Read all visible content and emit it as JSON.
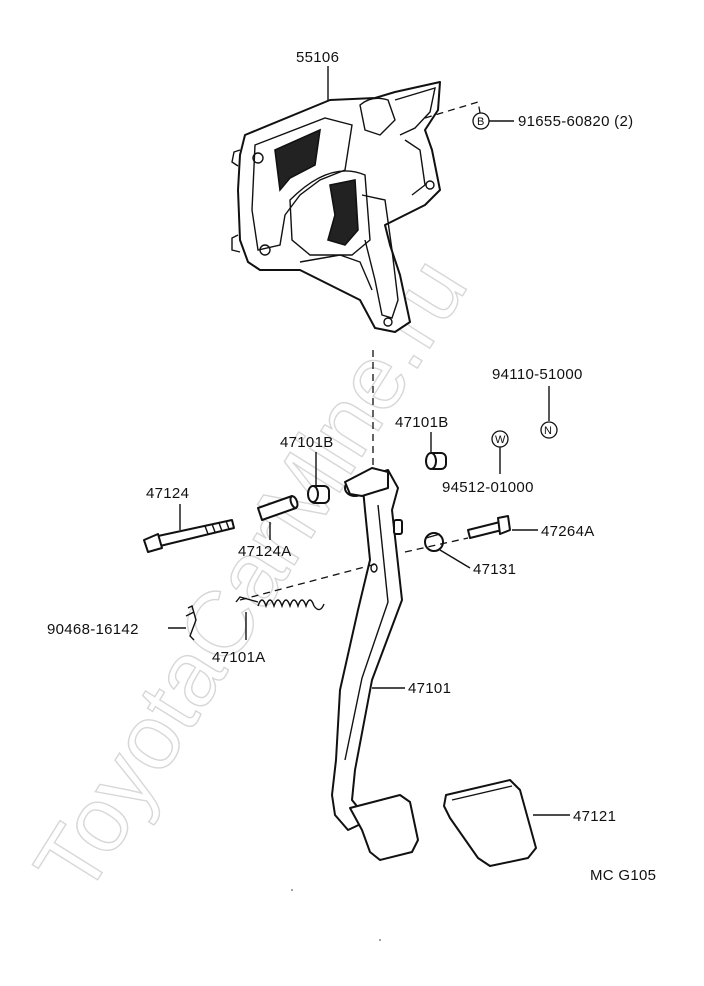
{
  "watermark": "ToyotaCarMine.ru",
  "diagram_code": "MC G105",
  "symbols": {
    "b": "B",
    "w": "W",
    "n": "N"
  },
  "labels": {
    "p55106": "55106",
    "p91655": "91655-60820 (2)",
    "p94110": "94110-51000",
    "p47101b_r": "47101B",
    "p47101b_l": "47101B",
    "p94512": "94512-01000",
    "p47124": "47124",
    "p47124a": "47124A",
    "p47264a": "47264A",
    "p47131": "47131",
    "p90468": "90468-16142",
    "p47101a": "47101A",
    "p47101": "47101",
    "p47121": "47121"
  }
}
